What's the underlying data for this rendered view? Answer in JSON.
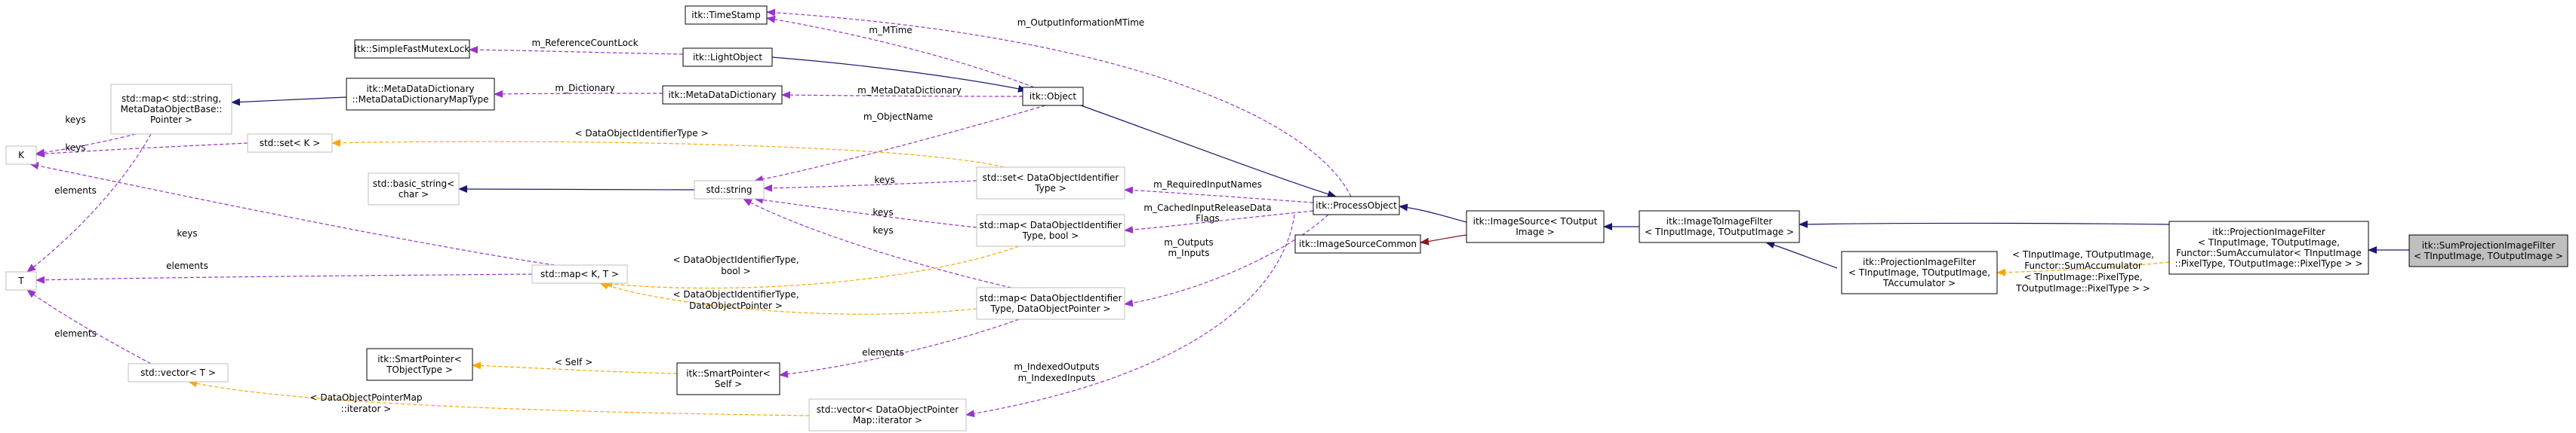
{
  "colors": {
    "inherit": "#191970",
    "usage": "#9a32cd",
    "template": "#ffa500",
    "private": "#8b1a1a",
    "class_border": "#000000",
    "external_border": "#bfbfbf",
    "highlight_fill": "#bfbfbf"
  },
  "nodes": [
    {
      "id": "timestamp",
      "style": "class",
      "lines": [
        "itk::TimeStamp"
      ]
    },
    {
      "id": "fastmutex",
      "style": "class",
      "lines": [
        "itk::SimpleFastMutexLock"
      ]
    },
    {
      "id": "lightobject",
      "style": "class",
      "lines": [
        "itk::LightObject"
      ]
    },
    {
      "id": "mdd_maptype",
      "style": "class",
      "lines": [
        "itk::MetaDataDictionary",
        "::MetaDataDictionaryMapType"
      ]
    },
    {
      "id": "mdd",
      "style": "class",
      "lines": [
        "itk::MetaDataDictionary"
      ]
    },
    {
      "id": "object",
      "style": "class",
      "lines": [
        "itk::Object"
      ]
    },
    {
      "id": "map_string",
      "style": "external",
      "lines": [
        "std::map< std::string,",
        "MetaDataObjectBase::",
        "Pointer >"
      ]
    },
    {
      "id": "K",
      "style": "external",
      "lines": [
        "K"
      ]
    },
    {
      "id": "set_K",
      "style": "external",
      "lines": [
        "std::set< K >"
      ]
    },
    {
      "id": "basic_string",
      "style": "external",
      "lines": [
        "std::basic_string<",
        "char >"
      ]
    },
    {
      "id": "string",
      "style": "external",
      "lines": [
        "std::string"
      ]
    },
    {
      "id": "set_doi",
      "style": "external",
      "lines": [
        "std::set< DataObjectIdentifier",
        "Type >"
      ]
    },
    {
      "id": "map_doi_bool",
      "style": "external",
      "lines": [
        "std::map< DataObjectIdentifier",
        "Type, bool >"
      ]
    },
    {
      "id": "T",
      "style": "external",
      "lines": [
        "T"
      ]
    },
    {
      "id": "map_KT",
      "style": "external",
      "lines": [
        "std::map< K, T >"
      ]
    },
    {
      "id": "map_doi_ptr",
      "style": "external",
      "lines": [
        "std::map< DataObjectIdentifier",
        "Type, DataObjectPointer >"
      ]
    },
    {
      "id": "smartptr_T",
      "style": "class",
      "lines": [
        "itk::SmartPointer<",
        "TObjectType >"
      ]
    },
    {
      "id": "smartptr_self",
      "style": "class",
      "lines": [
        "itk::SmartPointer<",
        "Self >"
      ]
    },
    {
      "id": "vector_T",
      "style": "external",
      "lines": [
        "std::vector< T >"
      ]
    },
    {
      "id": "vector_dop",
      "style": "external",
      "lines": [
        "std::vector< DataObjectPointer",
        "Map::iterator >"
      ]
    },
    {
      "id": "processobject",
      "style": "class",
      "lines": [
        "itk::ProcessObject"
      ]
    },
    {
      "id": "imagesourcecommon",
      "style": "class",
      "lines": [
        "itk::ImageSourceCommon"
      ]
    },
    {
      "id": "imagesource",
      "style": "class",
      "lines": [
        "itk::ImageSource< TOutput",
        "Image >"
      ]
    },
    {
      "id": "imagetoimagefilter",
      "style": "class",
      "lines": [
        "itk::ImageToImageFilter",
        "< TInputImage, TOutputImage >"
      ]
    },
    {
      "id": "projfilter_tmpl",
      "style": "class",
      "lines": [
        "itk::ProjectionImageFilter",
        "< TInputImage, TOutputImage,",
        "TAccumulator >"
      ]
    },
    {
      "id": "projfilter_sum",
      "style": "class",
      "lines": [
        "itk::ProjectionImageFilter",
        "< TInputImage, TOutputImage,",
        "Functor::SumAccumulator< TInputImage",
        "::PixelType, TOutputImage::PixelType > >"
      ]
    },
    {
      "id": "sumproj",
      "style": "highlight",
      "lines": [
        "itk::SumProjectionImageFilter",
        "< TInputImage, TOutputImage >"
      ]
    }
  ],
  "edges": [
    {
      "id": "lightobject-to-object",
      "kind": "inherit",
      "lines": []
    },
    {
      "id": "object-to-processobject",
      "kind": "inherit",
      "lines": []
    },
    {
      "id": "mdd_maptype-to-map_string",
      "kind": "inherit",
      "lines": []
    },
    {
      "id": "string-to-basic_string",
      "kind": "inherit",
      "lines": []
    },
    {
      "id": "processobject-to-imagesource",
      "kind": "inherit",
      "lines": []
    },
    {
      "id": "imagesource-to-imagetoimagefilter",
      "kind": "inherit",
      "lines": []
    },
    {
      "id": "imagetoimagefilter-to-projfilter_tmpl",
      "kind": "inherit",
      "lines": []
    },
    {
      "id": "imagetoimagefilter-to-projfilter_sum",
      "kind": "inherit",
      "lines": []
    },
    {
      "id": "projfilter_sum-to-sumproj",
      "kind": "inherit",
      "lines": []
    },
    {
      "id": "imagesource-to-imagesourcecommon",
      "kind": "private",
      "lines": []
    },
    {
      "id": "object-to-timestamp",
      "kind": "usage",
      "lines": [
        "m_MTime"
      ]
    },
    {
      "id": "processobject-to-timestamp",
      "kind": "usage",
      "lines": [
        "m_OutputInformationMTime"
      ]
    },
    {
      "id": "lightobject-to-fastmutex",
      "kind": "usage",
      "lines": [
        "m_ReferenceCountLock"
      ]
    },
    {
      "id": "mdd-to-mdd_maptype",
      "kind": "usage",
      "lines": [
        "m_Dictionary"
      ]
    },
    {
      "id": "object-to-mdd",
      "kind": "usage",
      "lines": [
        "m_MetaDataDictionary"
      ]
    },
    {
      "id": "object-to-string",
      "kind": "usage",
      "lines": [
        "m_ObjectName"
      ]
    },
    {
      "id": "map_string-to-K",
      "kind": "usage",
      "lines": [
        "keys"
      ]
    },
    {
      "id": "set_K-to-K",
      "kind": "usage",
      "lines": [
        "keys"
      ]
    },
    {
      "id": "map_string-to-T",
      "kind": "usage",
      "lines": [
        "elements"
      ]
    },
    {
      "id": "set_doi-to-set_K",
      "kind": "template",
      "lines": [
        "< DataObjectIdentifierType >"
      ]
    },
    {
      "id": "set_doi-to-string",
      "kind": "usage",
      "lines": [
        "keys"
      ]
    },
    {
      "id": "map_doi_bool-to-string",
      "kind": "usage",
      "lines": [
        "keys"
      ]
    },
    {
      "id": "map_doi_ptr-to-string",
      "kind": "usage",
      "lines": [
        "keys"
      ]
    },
    {
      "id": "map_KT-to-K",
      "kind": "usage",
      "lines": [
        "keys"
      ]
    },
    {
      "id": "map_KT-to-T",
      "kind": "usage",
      "lines": [
        "elements"
      ]
    },
    {
      "id": "map_doi_bool-to-map_KT",
      "kind": "template",
      "lines": [
        "< DataObjectIdentifierType,",
        "bool >"
      ]
    },
    {
      "id": "map_doi_ptr-to-map_KT",
      "kind": "template",
      "lines": [
        "< DataObjectIdentifierType,",
        "DataObjectPointer >"
      ]
    },
    {
      "id": "processobject-to-set_doi",
      "kind": "usage",
      "lines": [
        "m_RequiredInputNames"
      ]
    },
    {
      "id": "processobject-to-map_doi_bool",
      "kind": "usage",
      "lines": [
        "m_CachedInputReleaseData",
        "Flags"
      ]
    },
    {
      "id": "processobject-to-map_doi_ptr",
      "kind": "usage",
      "lines": [
        "m_Outputs",
        "m_Inputs"
      ]
    },
    {
      "id": "smartptr_self-to-smartptr_T",
      "kind": "template",
      "lines": [
        "< Self >"
      ]
    },
    {
      "id": "map_doi_ptr-to-smartptr_self",
      "kind": "usage",
      "lines": [
        "elements"
      ]
    },
    {
      "id": "vector_T-to-T",
      "kind": "usage",
      "lines": [
        "elements"
      ]
    },
    {
      "id": "vector_dop-to-vector_T",
      "kind": "template",
      "lines": [
        "< DataObjectPointerMap",
        "::iterator >"
      ]
    },
    {
      "id": "processobject-to-vector_dop",
      "kind": "usage",
      "lines": [
        "m_IndexedOutputs",
        "m_IndexedInputs"
      ]
    },
    {
      "id": "projfilter_sum-to-projfilter_tmpl",
      "kind": "template",
      "lines": [
        "< TInputImage, TOutputImage,",
        "Functor::SumAccumulator",
        "< TInputImage::PixelType,",
        "TOutputImage::PixelType > >"
      ]
    }
  ]
}
